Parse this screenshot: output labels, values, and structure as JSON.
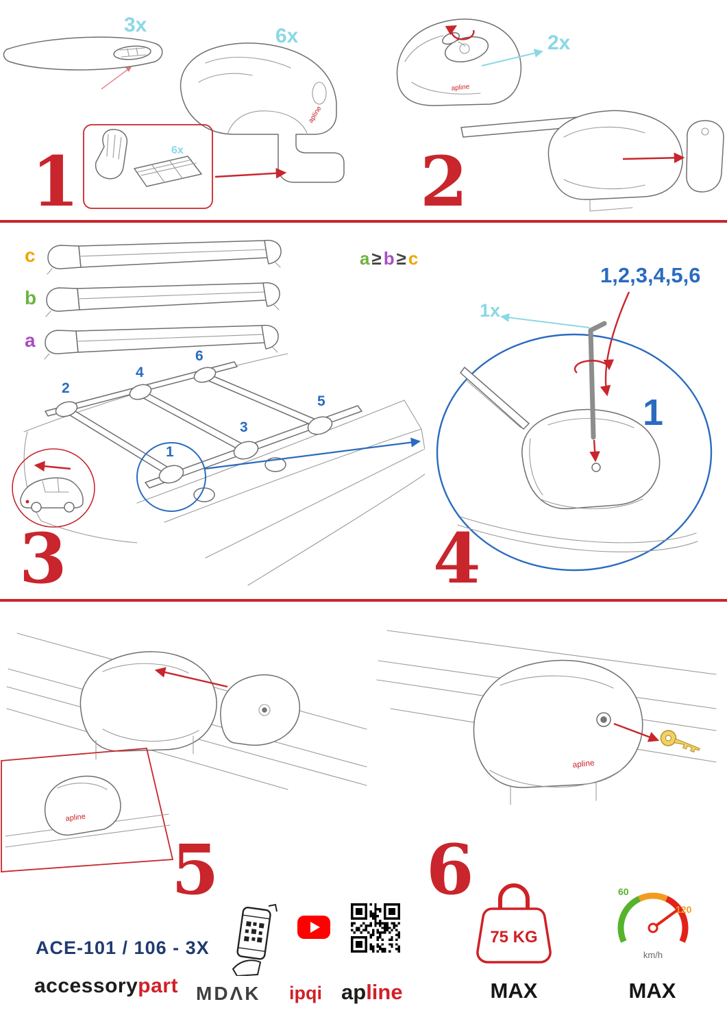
{
  "brand_mark": "apline",
  "steps": {
    "s1": {
      "num": "1",
      "bar_qty": "3x",
      "foot_qty": "6x",
      "pad_qty": "6x"
    },
    "s2": {
      "num": "2",
      "lock_qty": "2x"
    },
    "s3": {
      "num": "3",
      "bar_c": "c",
      "bar_b": "b",
      "bar_a": "a",
      "order": {
        "a": "a",
        "ge1": "≥",
        "b": "b",
        "ge2": "≥",
        "c": "c"
      },
      "pos": [
        "1",
        "2",
        "3",
        "4",
        "5",
        "6"
      ]
    },
    "s4": {
      "num": "4",
      "sequence": "1,2,3,4,5,6",
      "tool_qty": "1x",
      "first": "1"
    },
    "s5": {
      "num": "5"
    },
    "s6": {
      "num": "6"
    }
  },
  "footer": {
    "model": "ACE-101 / 106 - 3X",
    "brand_black": "accessory",
    "brand_red": "part",
    "mdak": "MDΛK",
    "ipqi": "ipqi",
    "apline_black": "ap",
    "apline_red": "line",
    "weight_value": "75 KG",
    "weight_max": "MAX",
    "speed_low": "60",
    "speed_high": "120",
    "speed_unit": "km/h",
    "speed_max": "MAX"
  },
  "colors": {
    "accent_red": "#c9252c",
    "qty_cyan": "#8ad8e6",
    "annotation_blue": "#2a6bbf",
    "bar_a_purple": "#a84fc0",
    "bar_b_green": "#6cb33f",
    "bar_c_orange": "#f0a500",
    "model_navy": "#203a70",
    "logo_red": "#cf2127",
    "youtube_red": "#ff0000",
    "gauge_green": "#56b32b",
    "gauge_orange": "#f29c1f",
    "gauge_red": "#e2231a"
  }
}
